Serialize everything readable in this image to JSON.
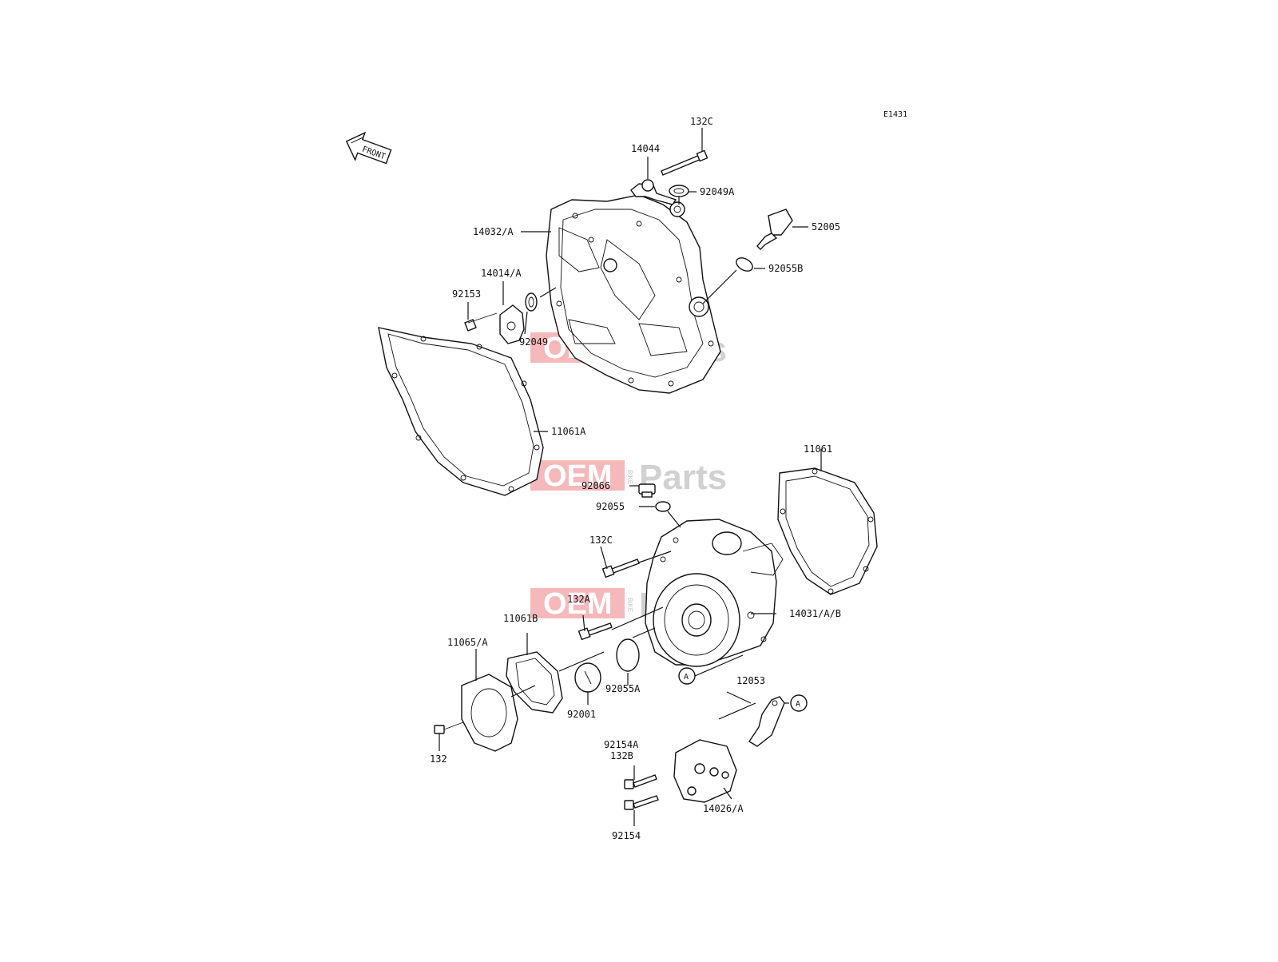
{
  "diagram_code": "E1431",
  "front_label": "FRONT",
  "callout_a": "A",
  "watermark": {
    "oem": "OEM",
    "bike": "BIKE",
    "parts": "Parts"
  },
  "labels": {
    "l132C_top": "132C",
    "l14044": "14044",
    "l92049A": "92049A",
    "l14032A": "14032/A",
    "l52005": "52005",
    "l92055B": "92055B",
    "l14014A": "14014/A",
    "l92153": "92153",
    "l92049": "92049",
    "l11061A": "11061A",
    "l11061": "11061",
    "l92066": "92066",
    "l92055": "92055",
    "l132C_mid": "132C",
    "l132A": "132A",
    "l11061B": "11061B",
    "l14031AB": "14031/A/B",
    "l11065A": "11065/A",
    "l92055A": "92055A",
    "l92001": "92001",
    "l12053": "12053",
    "l132": "132",
    "l92154A": "92154A",
    "l132B": "132B",
    "l14026A": "14026/A",
    "l92154": "92154"
  }
}
